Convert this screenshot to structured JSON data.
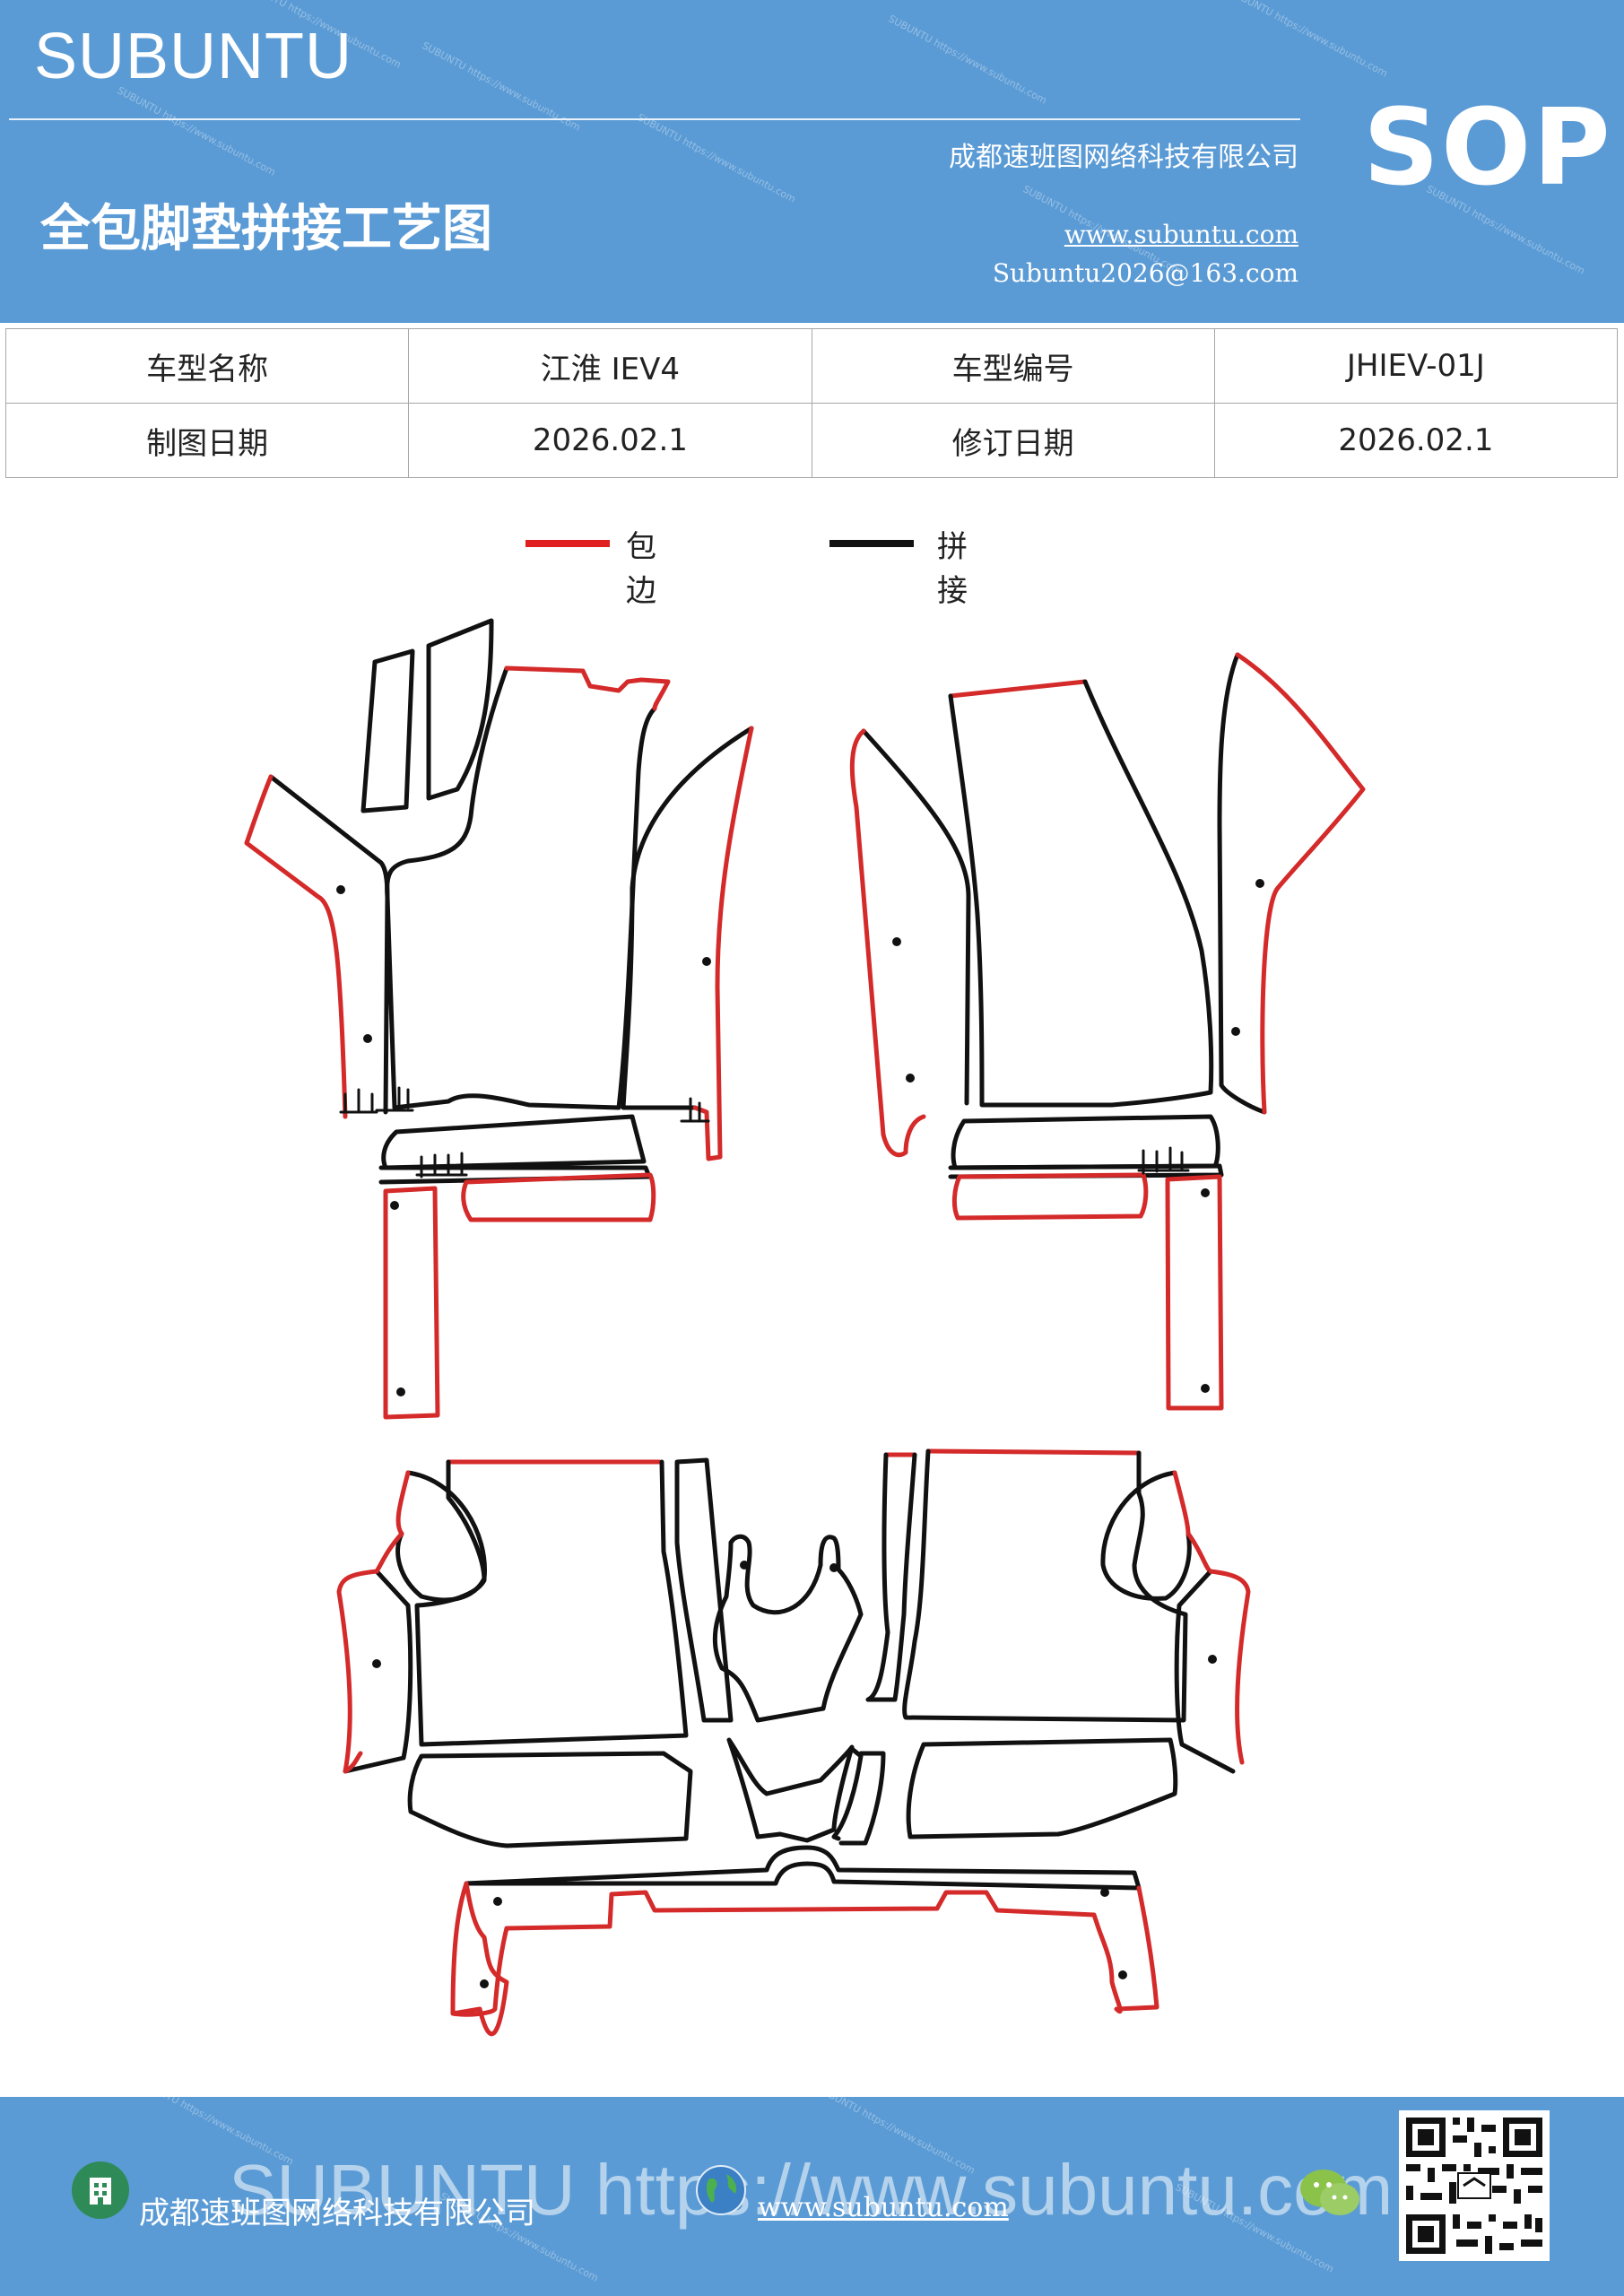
{
  "header": {
    "brand": "SUBUNTU",
    "title": "全包脚垫拼接工艺图",
    "company": "成都速班图网络科技有限公司",
    "website": "www.subuntu.com",
    "email": "Subuntu2026@163.com",
    "badge": "SOP"
  },
  "info_table": {
    "rows": [
      [
        "车型名称",
        "江淮 IEV4",
        "车型编号",
        "JHIEV-01J"
      ],
      [
        "制图日期",
        "2026.02.1",
        "修订日期",
        "2026.02.1"
      ]
    ]
  },
  "legend": {
    "items": [
      {
        "label": "包边",
        "color": "#e02020"
      },
      {
        "label": "拼接",
        "color": "#111111"
      }
    ]
  },
  "colors": {
    "header_bg": "#5b9bd5",
    "edge_red": "#d42a2a",
    "seam_black": "#111111"
  },
  "footer": {
    "watermark": "SUBUNTU https://www.subuntu.com",
    "company": "成都速班图网络科技有限公司",
    "website": "www.subuntu.com",
    "icons": [
      "building-icon",
      "globe-icon",
      "wechat-icon",
      "qr-code"
    ]
  }
}
